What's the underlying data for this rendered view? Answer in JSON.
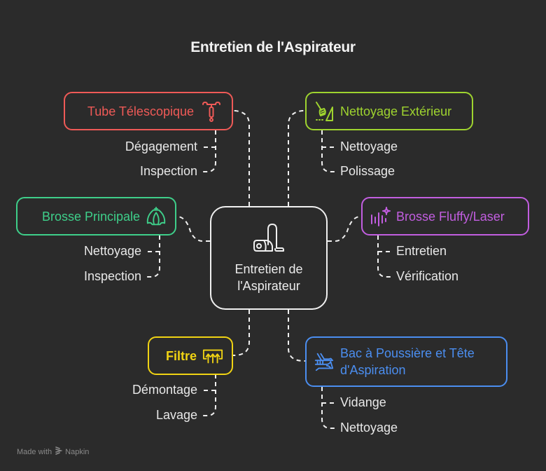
{
  "title": "Entretien de l'Aspirateur",
  "center": {
    "label_line1": "Entretien de",
    "label_line2": "l'Aspirateur",
    "icon": "vacuum-cleaner-icon"
  },
  "branches": [
    {
      "id": "tube",
      "label": "Tube Télescopique",
      "color": "#ef5a57",
      "icon": "telescopic-tube-icon",
      "children": [
        "Dégagement",
        "Inspection"
      ]
    },
    {
      "id": "exterieur",
      "label": "Nettoyage Extérieur",
      "color": "#9fd42f",
      "icon": "broom-icon",
      "children": [
        "Nettoyage",
        "Polissage"
      ]
    },
    {
      "id": "brosse",
      "label": "Brosse Principale",
      "color": "#3ecf8a",
      "icon": "brush-head-icon",
      "children": [
        "Nettoyage",
        "Inspection"
      ]
    },
    {
      "id": "fluffy",
      "label": "Brosse Fluffy/Laser",
      "color": "#c25ee0",
      "icon": "laser-sparkle-icon",
      "children": [
        "Entretien",
        "Vérification"
      ]
    },
    {
      "id": "filtre",
      "label": "Filtre",
      "color": "#f0d313",
      "icon": "filter-icon",
      "children": [
        "Démontage",
        "Lavage"
      ]
    },
    {
      "id": "bac",
      "label_line1": "Bac à Poussière et Tête",
      "label_line2": "d'Aspiration",
      "color": "#4b8ef0",
      "icon": "dust-bin-brush-icon",
      "children": [
        "Vidange",
        "Nettoyage"
      ]
    }
  ],
  "footer": {
    "made_with": "Made with",
    "brand": "Napkin"
  }
}
